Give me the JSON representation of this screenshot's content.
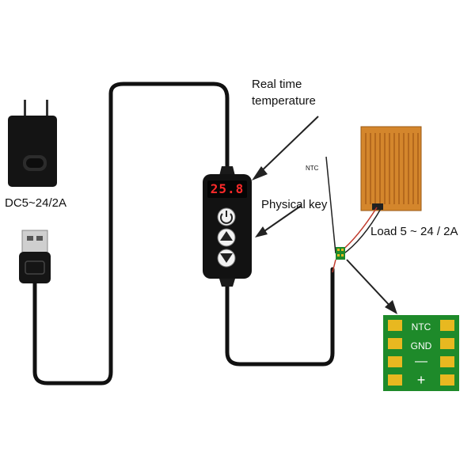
{
  "labels": {
    "real_time_line1": "Real time",
    "real_time_line2": "temperature",
    "physical_key": "Physical key",
    "ntc": "NTC",
    "power_rating": "DC5~24/2A",
    "load": "Load 5 ~ 24 / 2A"
  },
  "controller": {
    "display_value": "25.8",
    "display_color": "#ff2a2a"
  },
  "pcb": {
    "pads": [
      "NTC",
      "GND",
      "—",
      "+"
    ],
    "board_color": "#1e8a2a",
    "pad_color": "#e8b820"
  },
  "icons": [
    "power-plug-icon",
    "usb-plug-icon",
    "power-button-icon",
    "up-arrow-button-icon",
    "down-arrow-button-icon",
    "heating-film-icon"
  ]
}
